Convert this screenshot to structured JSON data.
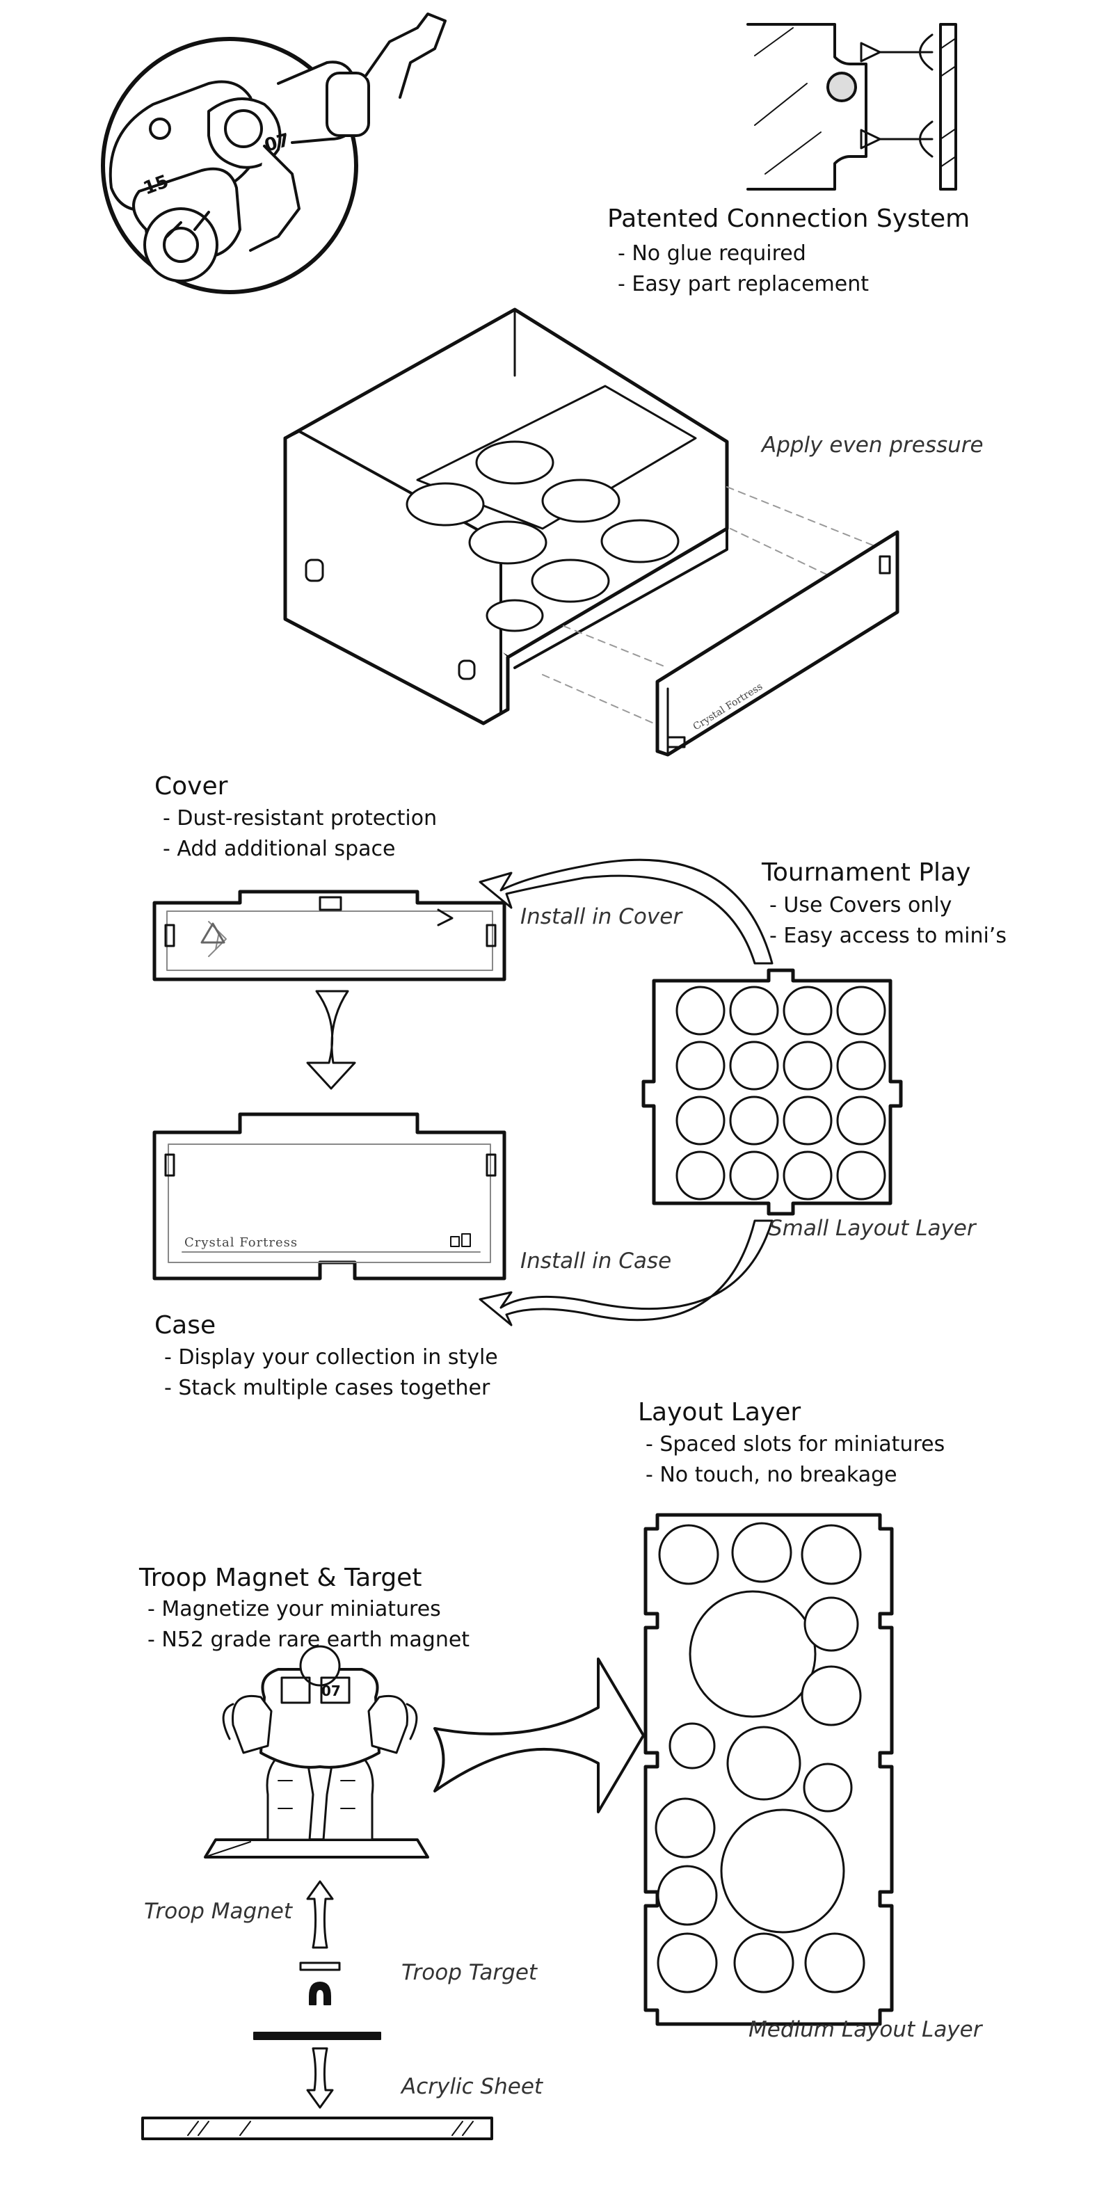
{
  "connection": {
    "title": "Patented Connection System",
    "bullets": [
      "- No glue required",
      "- Easy part replacement"
    ]
  },
  "assembly": {
    "caption": "Apply even pressure",
    "brand": "Crystal Fortress"
  },
  "cover": {
    "title": "Cover",
    "bullets": [
      "- Dust-resistant protection",
      "- Add additional space"
    ]
  },
  "tournament": {
    "title": "Tournament Play",
    "bullets": [
      "- Use Covers only",
      "- Easy access to mini’s"
    ]
  },
  "install_cover": "Install in Cover",
  "install_case": "Install in Case",
  "small_layer": "Small Layout Layer",
  "case": {
    "title": "Case",
    "bullets": [
      "- Display your collection in style",
      "- Stack multiple cases together"
    ],
    "brand": "Crystal Fortress"
  },
  "layout_layer": {
    "title": "Layout Layer",
    "bullets": [
      "- Spaced slots for miniatures",
      "- No touch, no breakage"
    ]
  },
  "magnet": {
    "title": "Troop Magnet & Target",
    "bullets": [
      "- Magnetize your miniatures",
      "- N52 grade rare earth magnet"
    ]
  },
  "troop_magnet": "Troop Magnet",
  "troop_target": "Troop Target",
  "acrylic_sheet": "Acrylic Sheet",
  "medium_layer": "Medium Layout Layer",
  "mini_numbers": [
    "15",
    "07"
  ]
}
